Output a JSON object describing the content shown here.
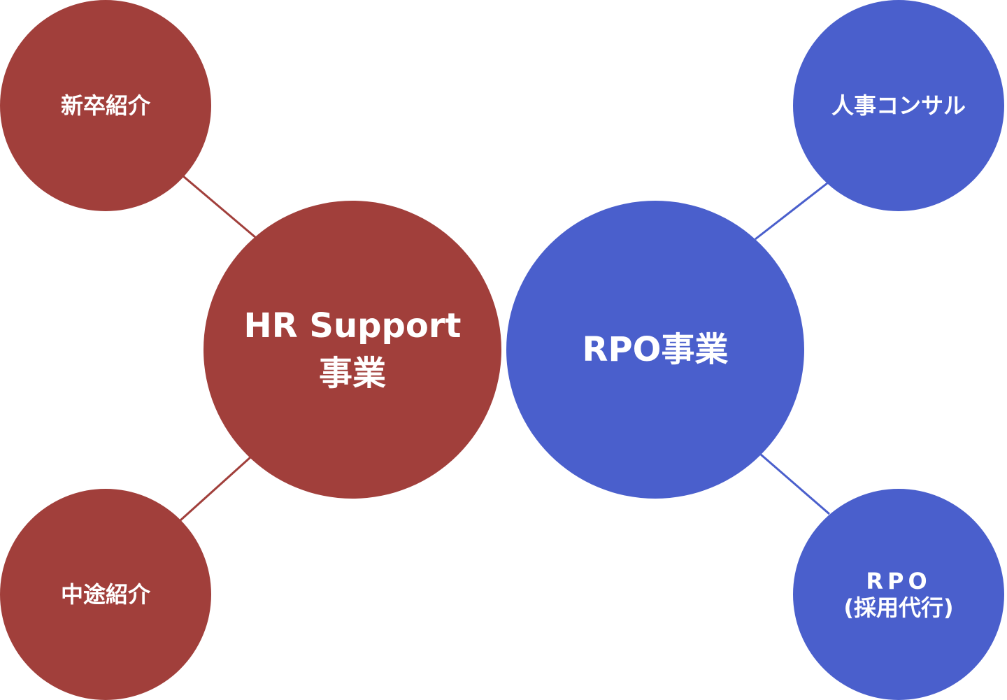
{
  "colors": {
    "hr_group": "#A13F3B",
    "rpo_group": "#4A5FCC",
    "text": "#FFFFFF"
  },
  "diagram": {
    "hr": {
      "center": {
        "line1": "HR Support",
        "line2": "事業"
      },
      "children": [
        {
          "label": "新卒紹介"
        },
        {
          "label": "中途紹介"
        }
      ]
    },
    "rpo": {
      "center": {
        "label": "RPO事業"
      },
      "children": [
        {
          "label": "人事コンサル"
        },
        {
          "line1": "RPO",
          "line2": "(採用代行)"
        }
      ]
    }
  }
}
